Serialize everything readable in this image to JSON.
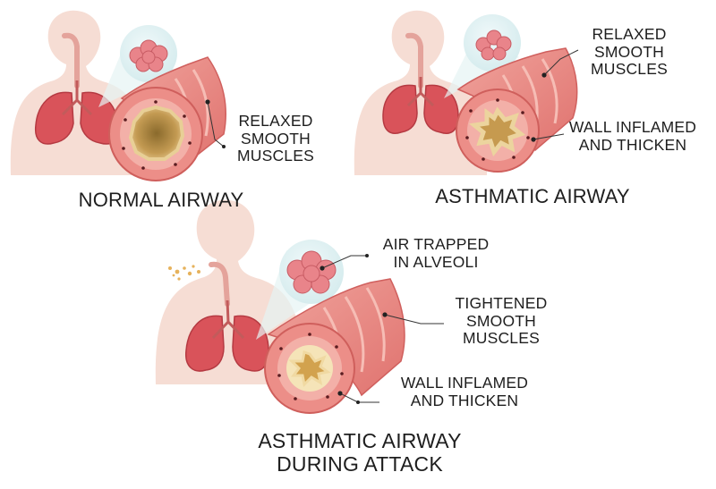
{
  "panels": {
    "normal": {
      "caption": "NORMAL AIRWAY",
      "label_muscles": "RELAXED\nSMOOTH\nMUSCLES"
    },
    "asthmatic": {
      "caption": "ASTHMATIC AIRWAY",
      "label_muscles": "RELAXED\nSMOOTH\nMUSCLES",
      "label_wall": "WALL INFLAMED\nAND THICKEN"
    },
    "attack": {
      "caption": "ASTHMATIC AIRWAY\nDURING ATTACK",
      "label_air": "AIR TRAPPED\nIN ALVEOLI",
      "label_muscles": "TIGHTENED\nSMOOTH\nMUSCLES",
      "label_wall": "WALL INFLAMED\nAND THICKEN"
    }
  },
  "colors": {
    "body_silhouette": "#f6ddd4",
    "lung": "#d9535a",
    "airway_wall": "#e98b86",
    "airway_stripe": "#f2aaa3",
    "lumen_normal": "#caa45c",
    "mucus": "#ead8a8",
    "bubble": "#dff0f1",
    "text": "#1e1e1e"
  }
}
